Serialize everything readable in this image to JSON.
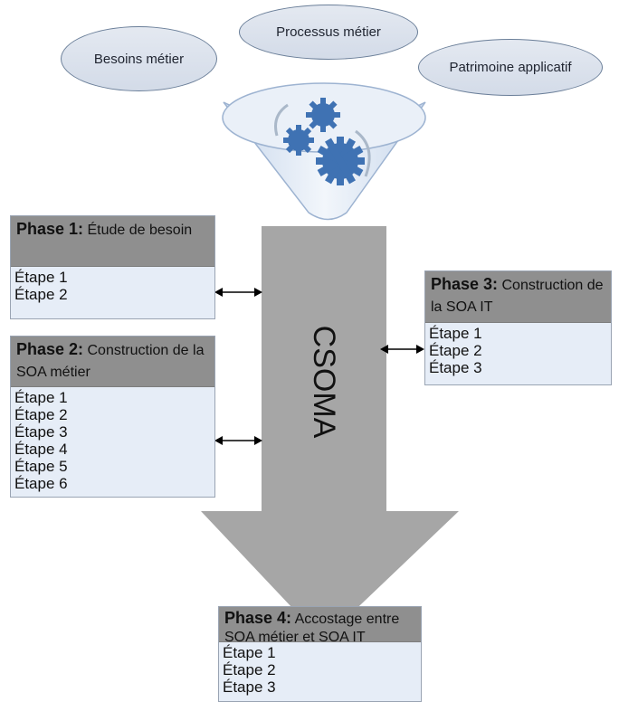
{
  "inputs": [
    "Besoins métier",
    "Processus métier",
    "Patrimoine applicatif"
  ],
  "main_label": "CSOMA",
  "phases": [
    {
      "title": "Phase 1:",
      "subtitle": "Étude de besoin",
      "steps": [
        "Étape 1",
        "Étape 2"
      ]
    },
    {
      "title": "Phase 2:",
      "subtitle": "Construction de la SOA métier",
      "steps": [
        "Étape 1",
        "Étape 2",
        "Étape 3",
        "Étape 4",
        "Étape 5",
        "Étape 6"
      ]
    },
    {
      "title": "Phase 3:",
      "subtitle": "Construction de la SOA IT",
      "steps": [
        "Étape 1",
        "Étape 2",
        "Étape 3"
      ]
    },
    {
      "title": "Phase 4:",
      "subtitle": "Accostage entre SOA métier et SOA IT",
      "steps": [
        "Étape 1",
        "Étape 2",
        "Étape 3"
      ]
    }
  ],
  "colors": {
    "arrow_gray": "#a6a6a6",
    "header_gray": "#8f8f8f",
    "body_blue": "#e6edf7",
    "gear_blue": "#3f72b3",
    "funnel_light": "#dce6f2"
  }
}
